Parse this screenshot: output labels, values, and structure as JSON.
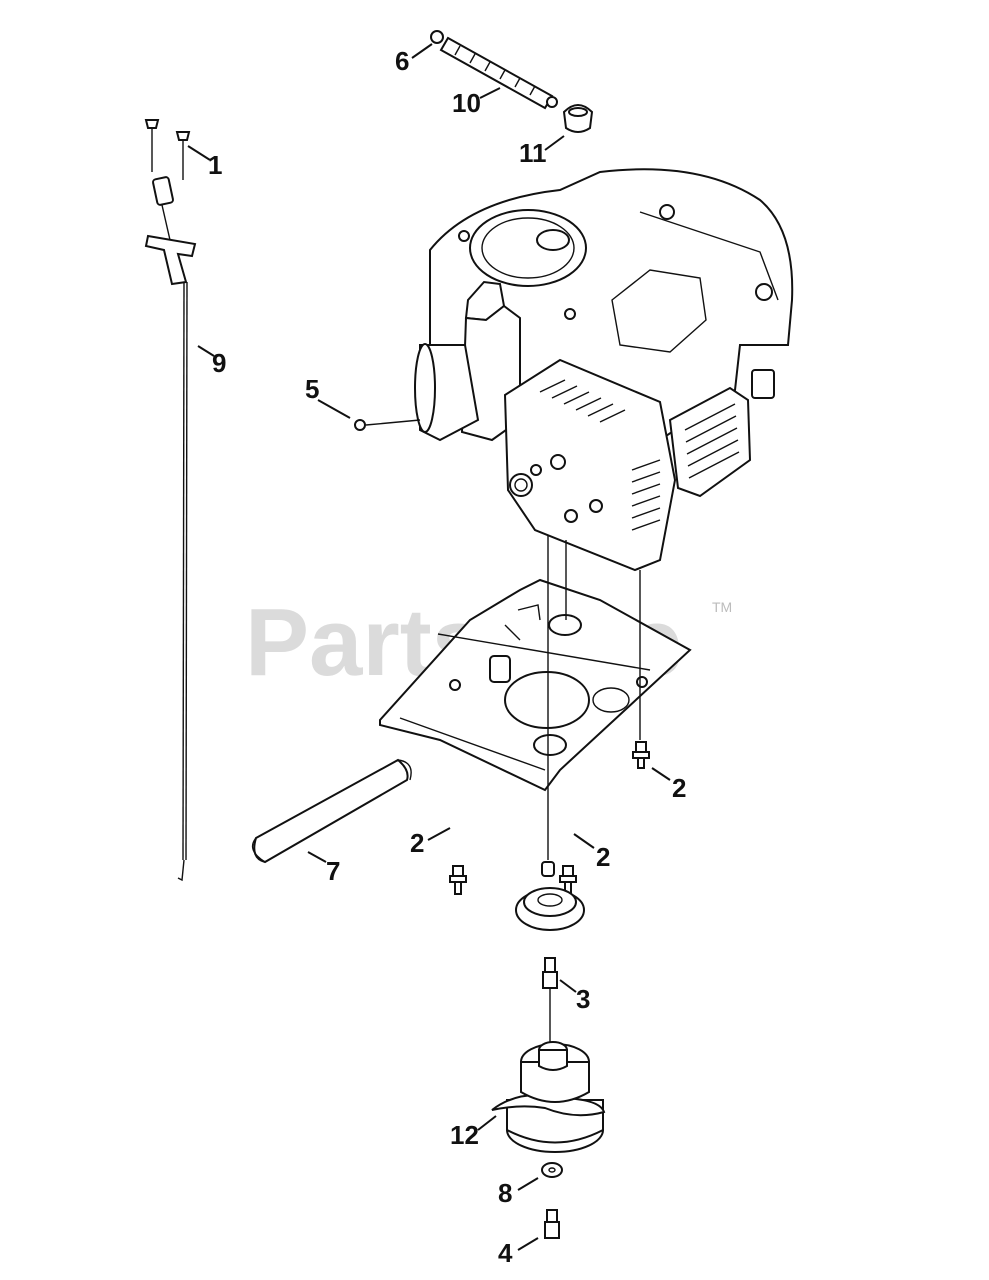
{
  "watermark": {
    "text": "PartsTree",
    "tm": "TM"
  },
  "callouts": {
    "c1": "1",
    "c2a": "2",
    "c2b": "2",
    "c2c": "2",
    "c3": "3",
    "c4": "4",
    "c5": "5",
    "c6": "6",
    "c7": "7",
    "c8": "8",
    "c9": "9",
    "c10": "10",
    "c11": "11",
    "c12": "12"
  }
}
